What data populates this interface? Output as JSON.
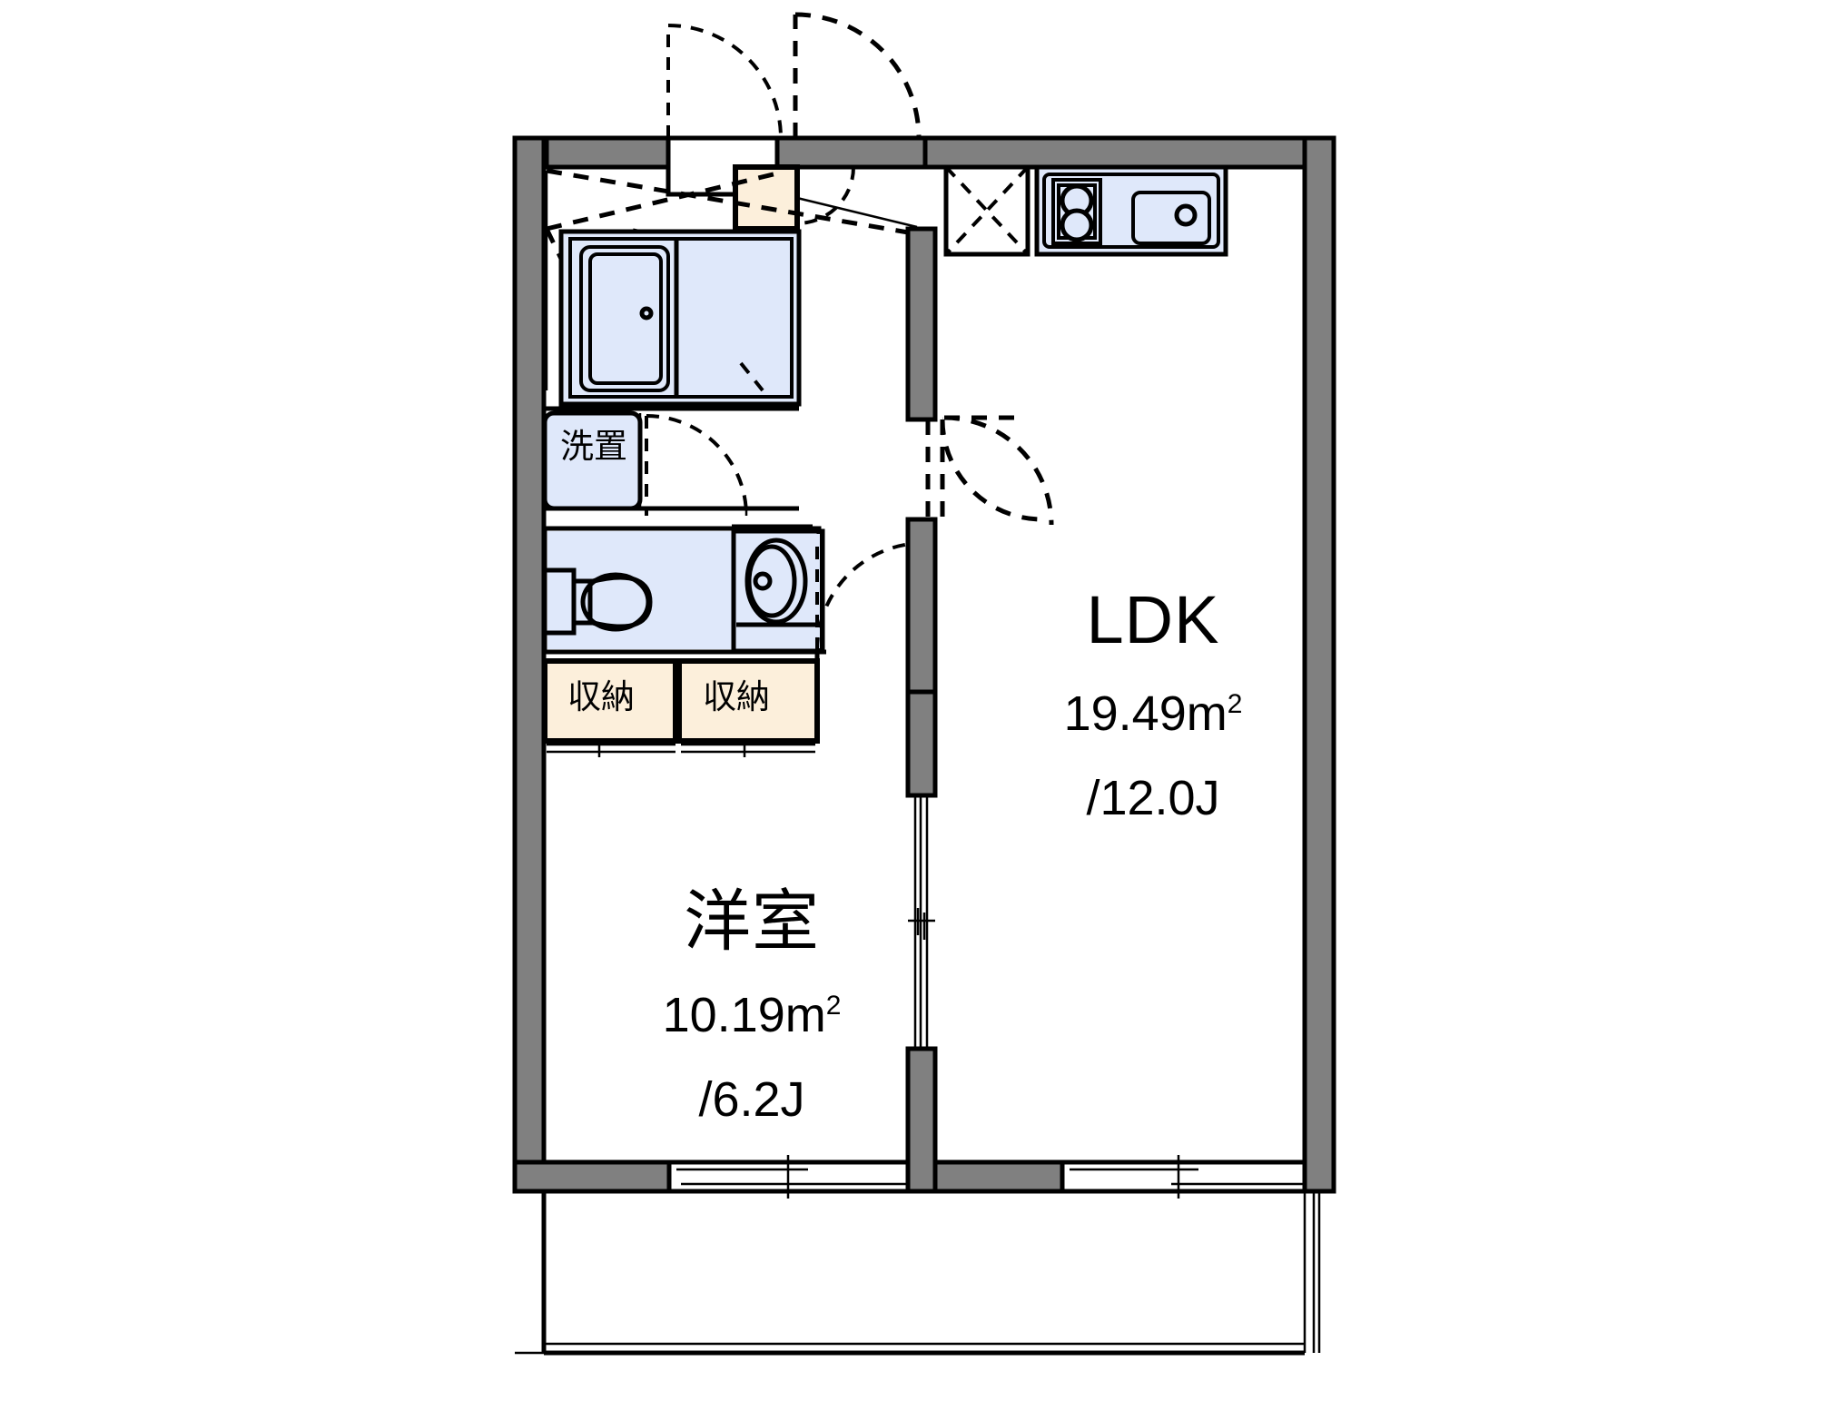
{
  "plan": {
    "title": "apartment-floor-plan",
    "unit_type": "1LDK",
    "colors": {
      "wall": "#808080",
      "outline": "#000000",
      "fixture_fill": "#dfe8fa",
      "closet_fill": "#fcefdb",
      "background": "#ffffff"
    }
  },
  "rooms": [
    {
      "key": "ldk",
      "name": "LDK",
      "area_sqm": "19.49m",
      "area_sup": "2",
      "area_jo": "/12.0J"
    },
    {
      "key": "bedroom",
      "name": "洋室",
      "area_sqm": "10.19m",
      "area_sup": "2",
      "area_jo": "/6.2J"
    }
  ],
  "fixtures": {
    "washer_label": "洗置",
    "closet_1_label": "収納",
    "closet_2_label": "収納",
    "bath_name": "bathtub",
    "toilet_name": "toilet",
    "washbasin_name": "washbasin",
    "kitchen_stove_name": "gas-stove-two-burner",
    "kitchen_sink_name": "kitchen-sink",
    "entrance_name": "entrance-shoe-box",
    "balcony_name": "balcony"
  }
}
